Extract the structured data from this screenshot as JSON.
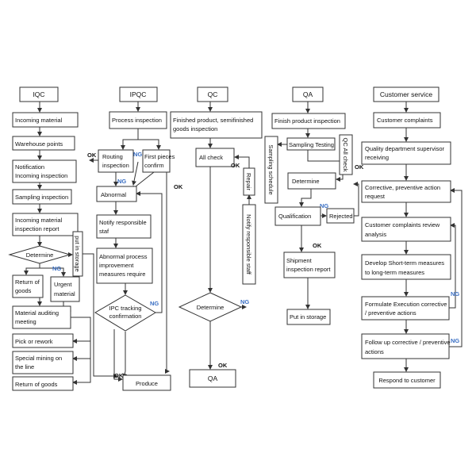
{
  "columns": {
    "iqc": {
      "header": "IQC",
      "incoming_material": "Incoming material",
      "warehouse_points": "Warehouse points",
      "notification": [
        "Notification",
        "Incoming inspection"
      ],
      "sampling": "Sampling inspection",
      "report": [
        "Incoming material",
        "inspection report"
      ],
      "determine": "Determine",
      "ng": "NG",
      "put_in_storage": "put in storage",
      "return_of_goods_1": [
        "Return of",
        "goods"
      ],
      "urgent_material": [
        "Urgent",
        "material"
      ],
      "auditing_meeting": [
        "Material auditing",
        "meeting"
      ],
      "pick_or_rework": "Pick or rework",
      "special_mining": [
        "Special mining on",
        "the line"
      ],
      "return_of_goods_2": "Return of goods"
    },
    "ipqc": {
      "header": "IPQC",
      "process_inspection": "Process inspection",
      "ok_left": "OK",
      "routing_inspection": [
        "Routing",
        "inspection"
      ],
      "ng_routing": "NG",
      "ng_first": "NG",
      "first_pieces": [
        "First pieces",
        "confirm"
      ],
      "abnormal": "Abnormal",
      "ok_right": "OK",
      "notify_staff": [
        "Notify responsible",
        "staf"
      ],
      "abnormal_measures": [
        "Abnormal process",
        "improvement",
        "measures require"
      ],
      "ipc_tracking": [
        "IPC tracking",
        "confirmation"
      ],
      "ng_tracking": "NG",
      "ok_bottom": "OK",
      "produce": "Produce"
    },
    "qc": {
      "header": "QC",
      "finished_product": [
        "Finished product, semifinished",
        "goods inspection"
      ],
      "all_check": "All check",
      "ok_repair": "OK",
      "repair": "Repair",
      "notify_staff": "Notify responsible staff",
      "determine": "Determine",
      "ng": "NG",
      "ok_bottom": "OK",
      "qa_box": "QA"
    },
    "qa": {
      "header": "QA",
      "finish_inspection": "Finish product inspection",
      "sampling_schedule": "Sampling schedule",
      "sampling_testing": "Sampling Testing",
      "qc_all_check": "QC All check",
      "ok": "OK",
      "determine": "Determine",
      "ng": "NG",
      "qualification": "Qualification",
      "rejected": "Rejected",
      "ok_bottom": "OK",
      "shipment_report": [
        "Shipment",
        "inspection report"
      ],
      "put_in_storage": "Put in storage"
    },
    "cs": {
      "header": "Customer service",
      "complaints": "Customer complaints",
      "supervisor": [
        "Quality department supervisor",
        "receiving"
      ],
      "corrective_request": [
        "Corrective, preventive action",
        "request"
      ],
      "review_analysis": [
        "Customer complaints review",
        "analysis"
      ],
      "develop_measures": [
        "Develop Short-term measures",
        "to long-term measures"
      ],
      "formulate_actions": [
        "Formulate Execution corrective",
        "/ preventive actions"
      ],
      "ng_formulate": "NG",
      "follow_up": [
        "Follow up corrective / preventive",
        "actions"
      ],
      "ng_follow": "NG",
      "respond": "Respond to customer"
    }
  }
}
